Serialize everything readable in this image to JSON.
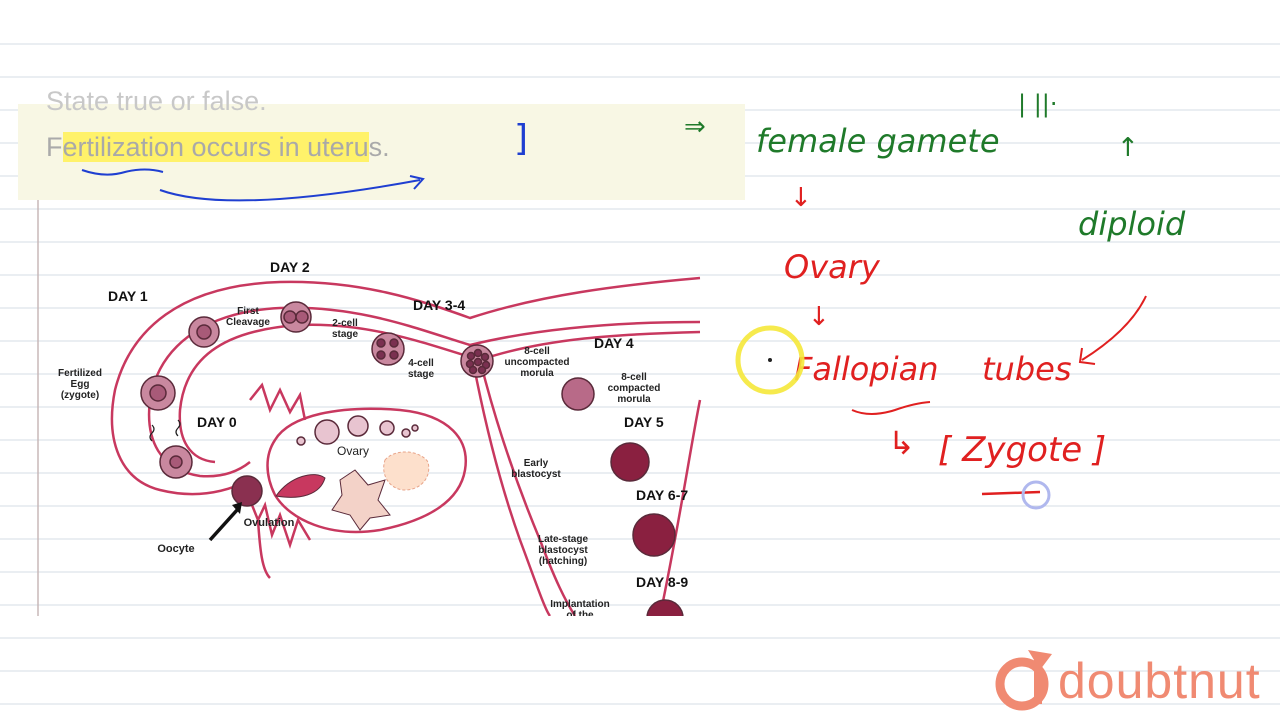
{
  "question": {
    "line1": "State true or false.",
    "line2_pre": "F",
    "line2_highlight": "ertilization occurs in uteru",
    "line2_post": "s.",
    "bracket": "]"
  },
  "diagram": {
    "day_labels": {
      "day1": "DAY 1",
      "day2": "DAY 2",
      "day34": "DAY 3-4",
      "day4": "DAY 4",
      "day0": "DAY 0",
      "day5": "DAY 5",
      "day67": "DAY 6-7",
      "day89": "DAY 8-9"
    },
    "stage_labels": {
      "fertilized_egg": "Fertilized\nEgg\n(zygote)",
      "first_cleavage": "First\nCleavage",
      "two_cell": "2-cell\nstage",
      "four_cell": "4-cell\nstage",
      "uncompacted": "8-cell\nuncompacted\nmorula",
      "compacted": "8-cell\ncompacted\nmorula",
      "ovary": "Ovary",
      "early_blastocyst": "Early\nblastocyst",
      "late_blastocyst": "Late-stage\nblastocyst\n(hatching)",
      "oocyte": "Oocyte",
      "ovulation": "Ovulation",
      "implantation": "Implantation\nof the"
    }
  },
  "annotations": {
    "arrow": "⇒",
    "female_gamete": "female   gamete",
    "ovary": "Ovary",
    "fallopian": "Fallopian",
    "tubes": "tubes",
    "diploid": "diploid",
    "zygote": "[ Zygote ]",
    "hook_arrow": "↳",
    "down_arrow": "↓",
    "up_arrow": "↑",
    "top_mark": "|   ||·"
  },
  "brand": {
    "name": "doubtnut",
    "color": "#f08a72"
  },
  "colors": {
    "red_ink": "#e02020",
    "green_ink": "#1f7a2a",
    "blue_ink": "#1f3fd1",
    "highlight": "#fff26a",
    "tube": "#c8385f"
  }
}
